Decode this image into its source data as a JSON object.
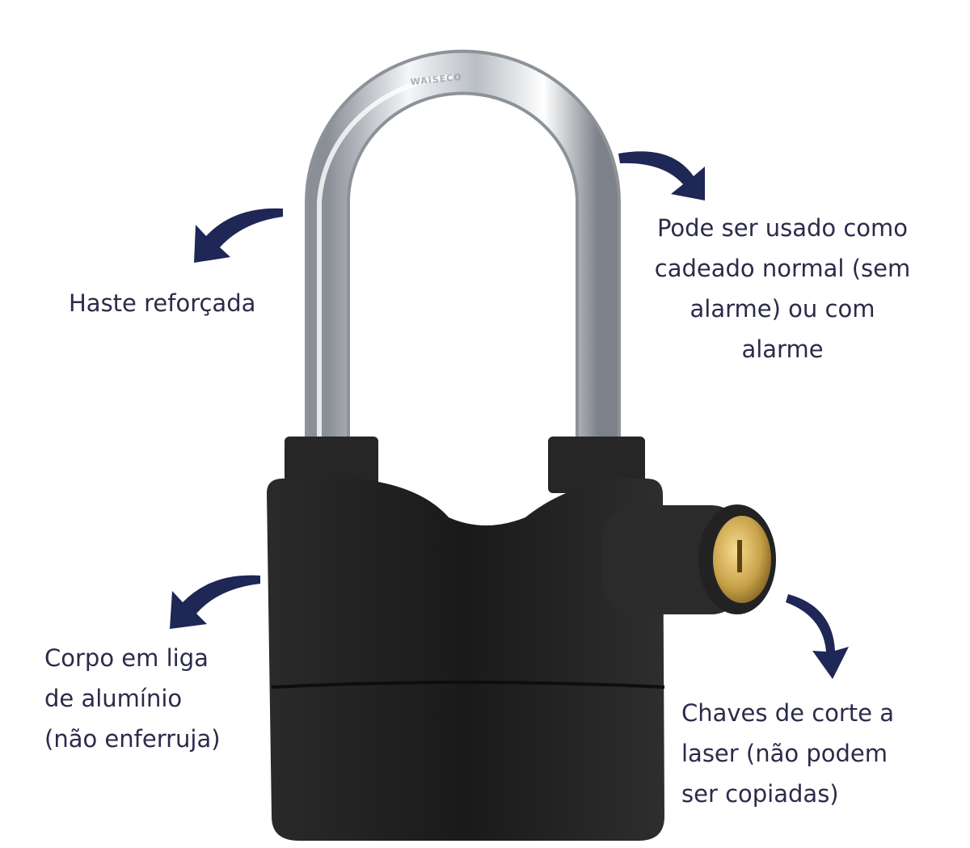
{
  "colors": {
    "arrow": "#1e2756",
    "text": "#2b2b4a",
    "body": "#1c1c1c",
    "brass": "#c9a24a"
  },
  "shackle_engraving": "WAISECO",
  "annotations": {
    "shackle": {
      "lines": [
        "Haste reforçada"
      ]
    },
    "alarm_mode": {
      "lines": [
        "Pode ser usado como",
        "cadeado normal (sem",
        "alarme) ou com",
        "alarme"
      ]
    },
    "body": {
      "lines": [
        "Corpo em liga",
        "de alumínio",
        "(não enferruja)"
      ]
    },
    "keys": {
      "lines": [
        "Chaves de corte a",
        "laser (não podem",
        "ser copiadas)"
      ]
    }
  }
}
